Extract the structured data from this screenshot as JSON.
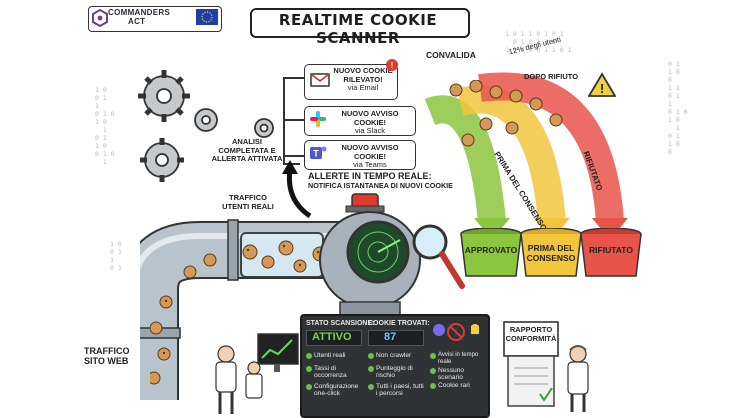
{
  "brand": {
    "name_line1": "COMMANDERS",
    "name_line2": "ACT"
  },
  "title": "REALTIME COOKIE SCANNER",
  "notifications": [
    {
      "line1": "NUOVO COOKIE",
      "line2": "RILEVATO!",
      "line3": "via Email",
      "icon": "email-icon"
    },
    {
      "line1": "NUOVO AVVISO COOKIE!",
      "line2": "via Slack",
      "icon": "slack-icon"
    },
    {
      "line1": "NUOVO AVVISO COOKIE!",
      "line2": "via Teams",
      "icon": "teams-icon"
    }
  ],
  "labels": {
    "analysis": [
      "ANALISI",
      "COMPLETATA E",
      "ALLERTA ATTIVATA"
    ],
    "realtime_alerts": [
      "ALLERTE IN TEMPO REALE:",
      "NOTIFICA ISTANTANEA DI NUOVI COOKIE"
    ],
    "real_traffic": [
      "TRAFFICO",
      "UTENTI REALI"
    ],
    "site_traffic": [
      "TRAFFICO",
      "SITO WEB"
    ],
    "validated": "CONVALIDA",
    "users_pct": "12% degli utenti",
    "after_refusal": "DOPO RIFIUTO",
    "before_consent": "PRIMA DEL CONSENSO",
    "refused_arrow": "RIFIUTATO"
  },
  "bins": [
    {
      "label": "APPROVATO",
      "color": "#8cc63f"
    },
    {
      "label_line1": "PRIMA DEL",
      "label_line2": "CONSENSO",
      "color": "#f2c53d"
    },
    {
      "label": "RIFIUTATO",
      "color": "#e8534a"
    }
  ],
  "status_panel": {
    "col1_head": "STATO SCANSIONE:",
    "col1_value": "ATTIVO",
    "col2_head": "COOKIE TROVATI:",
    "col2_value": "87",
    "items_col1": [
      "Utenti reali",
      "Tassi di occorrenza",
      "Configurazione one-click"
    ],
    "items_col2": [
      "Non crawler",
      "Punteggio di rischio",
      "Tutti i paesi, tutti i percorsi"
    ],
    "items_col3": [
      "Avvisi in tempo reale",
      "Nessuno scenario",
      "Cookie rari"
    ]
  },
  "report": {
    "line1": "RAPPORTO",
    "line2": "CONFORMITÀ"
  },
  "colors": {
    "green": "#8cc63f",
    "yellow": "#f2c53d",
    "red": "#e8534a",
    "cookie": "#d39a55",
    "pipe": "#b9c3cc",
    "robot": "#9aa4ad",
    "lens": "#1f4a2a"
  }
}
